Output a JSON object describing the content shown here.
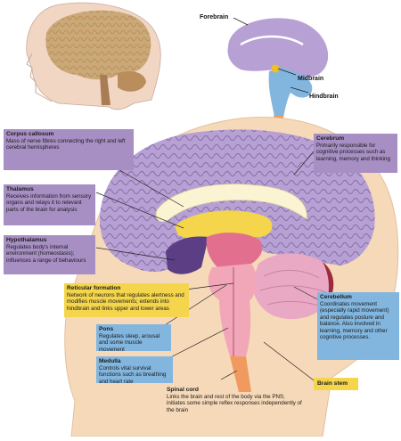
{
  "inset_labels": {
    "forebrain": "Forebrain",
    "midbrain": "Midbrain",
    "hindbrain": "Hindbrain"
  },
  "regions": {
    "corpus_callosum": {
      "title": "Corpus callosum",
      "desc": "Mass of nerve fibres connecting the right and left cerebral hemispheres"
    },
    "cerebrum": {
      "title": "Cerebrum",
      "desc": "Primarily responsible for cognitive processes such as learning, memory and thinking"
    },
    "thalamus": {
      "title": "Thalamus",
      "desc": "Receives information from sensory organs and relays it to relevant parts of the brain for analysis"
    },
    "hypothalamus": {
      "title": "Hypothalamus",
      "desc": "Regulates body's internal environment (homeostasis); influences a range of behaviours"
    },
    "reticular_formation": {
      "title": "Reticular formation",
      "desc": "Network of neurons that regulates alertness and modifies muscle movements; extends into hindbrain and links upper and lower areas"
    },
    "cerebellum": {
      "title": "Cerebellum",
      "desc": "Coordinates movement (especially rapid movement) and regulates posture and balance. Also involved in learning, memory and other cognitive processes."
    },
    "pons": {
      "title": "Pons",
      "desc": "Regulates sleep, arousal and some muscle movement"
    },
    "medulla": {
      "title": "Medulla",
      "desc": "Controls vital survival functions such as breathing and heart rate"
    },
    "spinal_cord": {
      "title": "Spinal cord",
      "desc": "Links the brain and rest of the body via the PNS; initiates some simple reflex responses independently of the brain"
    },
    "brain_stem": {
      "title": "Brain stem"
    }
  },
  "colors": {
    "skin": "#f6d9b9",
    "cerebrum": "#b7a0d4",
    "forebrain_label": "#a78fc4",
    "thalamus": "#f4d54c",
    "hindbrain": "#82b6df",
    "cerebellum": "#e9a9c4",
    "spinal_cord": "#f09a5f"
  }
}
